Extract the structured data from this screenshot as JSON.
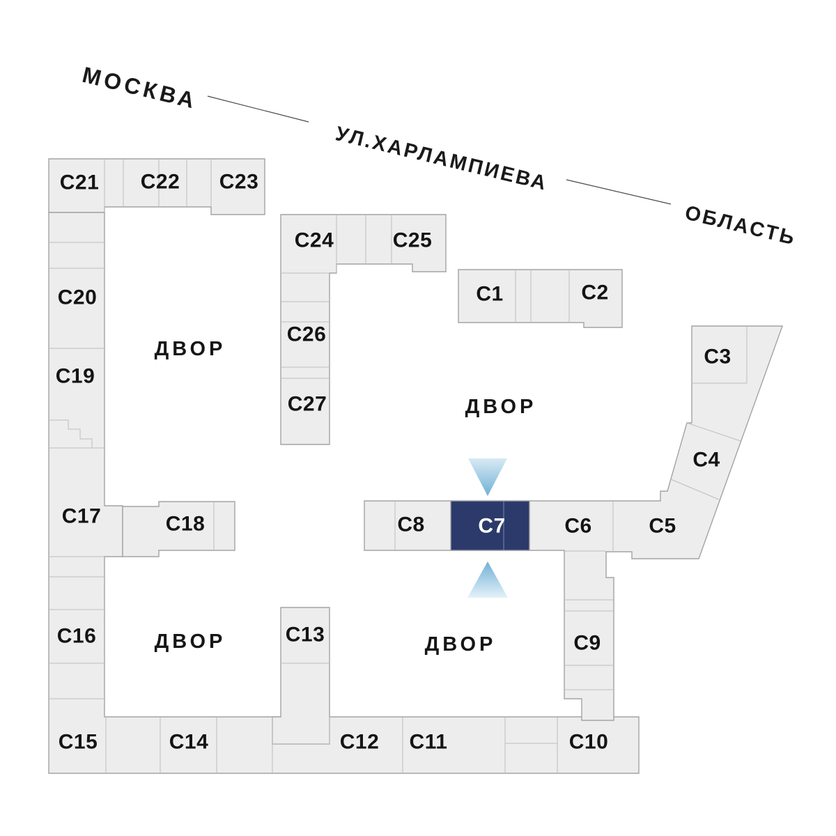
{
  "streets": {
    "city_label": "МОСКВА",
    "street_name": "УЛ.ХАРЛАМПИЕВА",
    "region_label": "ОБЛАСТЬ"
  },
  "courtyard_label": "ДВОР",
  "selected_building": "С7",
  "buildings": [
    {
      "id": "c1",
      "label": "С1",
      "selected": false
    },
    {
      "id": "c2",
      "label": "С2",
      "selected": false
    },
    {
      "id": "c3",
      "label": "С3",
      "selected": false
    },
    {
      "id": "c4",
      "label": "С4",
      "selected": false
    },
    {
      "id": "c5",
      "label": "С5",
      "selected": false
    },
    {
      "id": "c6",
      "label": "С6",
      "selected": false
    },
    {
      "id": "c7",
      "label": "С7",
      "selected": true
    },
    {
      "id": "c8",
      "label": "С8",
      "selected": false
    },
    {
      "id": "c9",
      "label": "С9",
      "selected": false
    },
    {
      "id": "c10",
      "label": "С10",
      "selected": false
    },
    {
      "id": "c11",
      "label": "С11",
      "selected": false
    },
    {
      "id": "c12",
      "label": "С12",
      "selected": false
    },
    {
      "id": "c13",
      "label": "С13",
      "selected": false
    },
    {
      "id": "c14",
      "label": "С14",
      "selected": false
    },
    {
      "id": "c15",
      "label": "С15",
      "selected": false
    },
    {
      "id": "c16",
      "label": "С16",
      "selected": false
    },
    {
      "id": "c17",
      "label": "С17",
      "selected": false
    },
    {
      "id": "c18",
      "label": "С18",
      "selected": false
    },
    {
      "id": "c19",
      "label": "С19",
      "selected": false
    },
    {
      "id": "c20",
      "label": "С20",
      "selected": false
    },
    {
      "id": "c21",
      "label": "С21",
      "selected": false
    },
    {
      "id": "c22",
      "label": "С22",
      "selected": false
    },
    {
      "id": "c23",
      "label": "С23",
      "selected": false
    },
    {
      "id": "c24",
      "label": "С24",
      "selected": false
    },
    {
      "id": "c25",
      "label": "С25",
      "selected": false
    },
    {
      "id": "c26",
      "label": "С26",
      "selected": false
    },
    {
      "id": "c27",
      "label": "С27",
      "selected": false
    }
  ],
  "colors": {
    "background": "#ffffff",
    "building_fill": "#ededed",
    "building_stroke": "#a3a3a3",
    "divider": "#bdbdbd",
    "selected_fill": "#2b3a6b",
    "selected_divider": "#7d89ab",
    "selected_text": "#ffffff",
    "label_text": "#141414",
    "street_text": "#1a1a1a",
    "street_line": "#4a4a4a",
    "arrow_strong": "#6fb0d6",
    "arrow_light": "#dcecf5"
  }
}
